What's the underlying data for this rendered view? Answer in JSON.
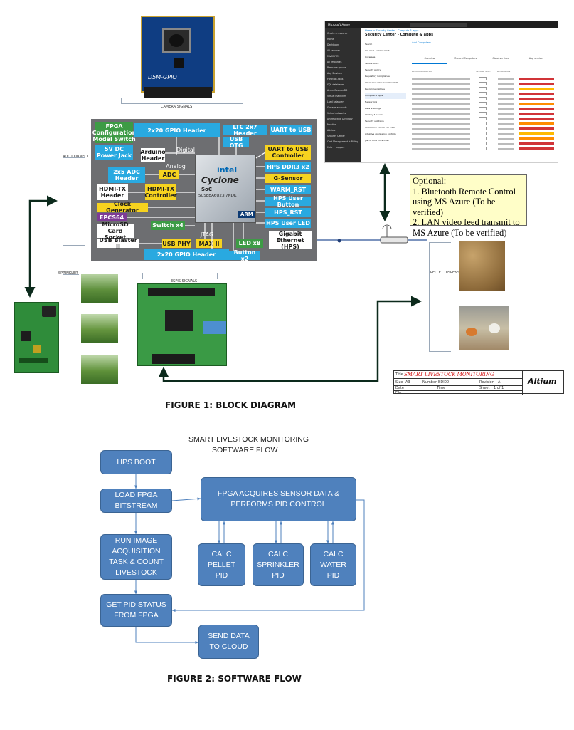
{
  "block_diagram": {
    "camera_label": "CAMERA SIGNALS",
    "camera_board_text": "D5M-GPIO",
    "board": {
      "fpga_config": "FPGA\nConfiguration\nModel Switch",
      "gpio_top": "2x20 GPIO Header",
      "ltc_header": "LTC 2x7 Header",
      "uart_usb": "UART to USB",
      "usb_otg": "USB OTG",
      "uart_usb_ctrl": "UART to USB\nController",
      "power_jack": "5V DC\nPower Jack",
      "digital": "Digital",
      "analog": "Analog",
      "arduino": "Arduino\nHeader",
      "adc_header": "2x5 ADC\nHeader",
      "adc": "ADC",
      "hps_ddr3": "HPS DDR3 x2",
      "g_sensor": "G-Sensor",
      "warm_rst": "WARM_RST",
      "hdmi_header": "HDMI-TX\nHeader",
      "hdmi_ctrl": "HDMI-TX\nController",
      "hps_button": "HPS User Button",
      "clock_gen": "Clock Generator",
      "hps_rst": "HPS_RST",
      "epcs": "EPCS64",
      "hps_led": "HPS User LED",
      "microsd": "MicroSD\nCard Socket",
      "switch": "Switch x4",
      "led": "LED x8",
      "gigabit": "Gigabit\nEthernet (HPS)",
      "usb_blaster": "USB Blaster II",
      "usb_phy": "USB PHY",
      "max": "MAX II",
      "jtag": "JTAG",
      "gpio_bottom": "2x20 GPIO Header",
      "buttons": "Button x2",
      "chip_brand": "intel",
      "chip_family": "Cyclone",
      "chip_soc": "SoC",
      "chip_part": "5CSEBA6U23I7NDK",
      "arm": "ARM"
    },
    "adc_label": "ADC CONNECT",
    "sprinkler_label": "SPRINKLER",
    "espis_label": "ESPIS SIGNALS",
    "pellet_label": "PELLET DISPENSER",
    "optional_note": {
      "line1": "Optional:",
      "line2": "1. Bluetooth Remote Control using MS Azure (To be verified)",
      "line3": "2. LAN video feed transmit to MS Azure (To be verified)"
    },
    "azure": {
      "brand": "Microsoft Azure",
      "breadcrumb": "Home > Security Center - Compute & apps",
      "title": "Security Center - Compute & apps",
      "add_button": "Add Computers",
      "nav": [
        "Create a resource",
        "Home",
        "Dashboard",
        "All services",
        "FAVORITES",
        "All resources",
        "Resource groups",
        "App Services",
        "Function Apps",
        "SQL databases",
        "Azure Cosmos DB",
        "Virtual machines",
        "Load balancers",
        "Storage accounts",
        "Virtual networks",
        "Azure Active Directory",
        "Monitor",
        "Advisor",
        "Security Center",
        "Cost Management + Billing",
        "Help + support"
      ],
      "menu": [
        "Search",
        "POLICY & COMPLIANCE",
        "Coverage",
        "Secure score",
        "Security policy",
        "Regulatory Compliance",
        "RESOURCE SECURITY HYGIENE",
        "Recommendations",
        "Compute & apps",
        "Networking",
        "Data & storage",
        "Identity & access",
        "Security solutions",
        "ADVANCED CLOUD DEFENSE",
        "Adaptive application controls",
        "Just in time VM access"
      ],
      "tabs": [
        "Overview",
        "VMs and Computers",
        "Cloud services",
        "App services"
      ],
      "columns": [
        "RECOMMENDATION",
        "SECURE SCO...",
        "RESOURCES"
      ]
    },
    "title_block": {
      "title_label": "Title",
      "title": "SMART LIVESTOCK MONITORING",
      "size_label": "Size",
      "size": "A3",
      "number_label": "Number",
      "number": "BDI00",
      "revision_label": "Revision",
      "revision": "A",
      "date_label": "Date",
      "time_label": "Time",
      "sheet_label": "Sheet",
      "sheet": "1 of 1",
      "file_label": "File",
      "brand": "Altium"
    },
    "caption": "FIGURE 1: BLOCK DIAGRAM"
  },
  "software_flow": {
    "title_line1": "SMART LIVESTOCK MONITORING",
    "title_line2": "SOFTWARE FLOW",
    "hps_boot": "HPS BOOT",
    "load_fpga": "LOAD FPGA\nBITSTREAM",
    "run_image": "RUN IMAGE\nACQUISITION\nTASK & COUNT\nLIVESTOCK",
    "get_pid": "GET PID STATUS\nFROM FPGA",
    "send_data": "SEND DATA\nTO CLOUD",
    "fpga_acquires": "FPGA ACQUIRES SENSOR DATA &\nPERFORMS PID CONTROL",
    "calc_pellet": "CALC\nPELLET\nPID",
    "calc_sprinkler": "CALC\nSPRINKLER\nPID",
    "calc_water": "CALC\nWATER\nPID",
    "caption": "FIGURE 2: SOFTWARE FLOW"
  }
}
